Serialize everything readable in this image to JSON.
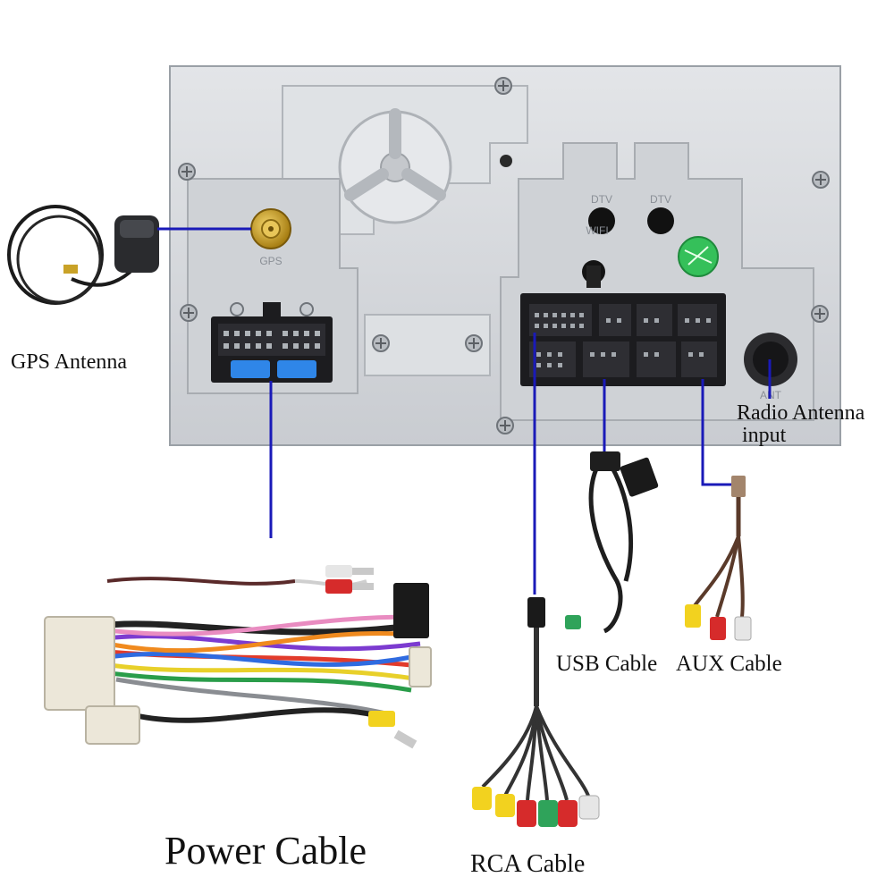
{
  "panel": {
    "port_labels": {
      "gps": "GPS",
      "dtv_left": "DTV",
      "dtv_right": "DTV",
      "wifi": "WIFI",
      "ant": "ANT"
    }
  },
  "labels": {
    "gps_antenna": "GPS Antenna",
    "radio_antenna_line1": "Radio Antenna",
    "radio_antenna_line2": "input",
    "usb_cable": "USB Cable",
    "aux_cable": "AUX Cable",
    "power_cable": "Power Cable",
    "rca_cable": "RCA Cable"
  },
  "colors": {
    "leader_line": "#1a1ab8",
    "panel_metal": "#d6d9dd",
    "connector_black": "#1c1c1f",
    "fuse_blue": "#2f86e8",
    "gps_gold": "#c9a227"
  }
}
